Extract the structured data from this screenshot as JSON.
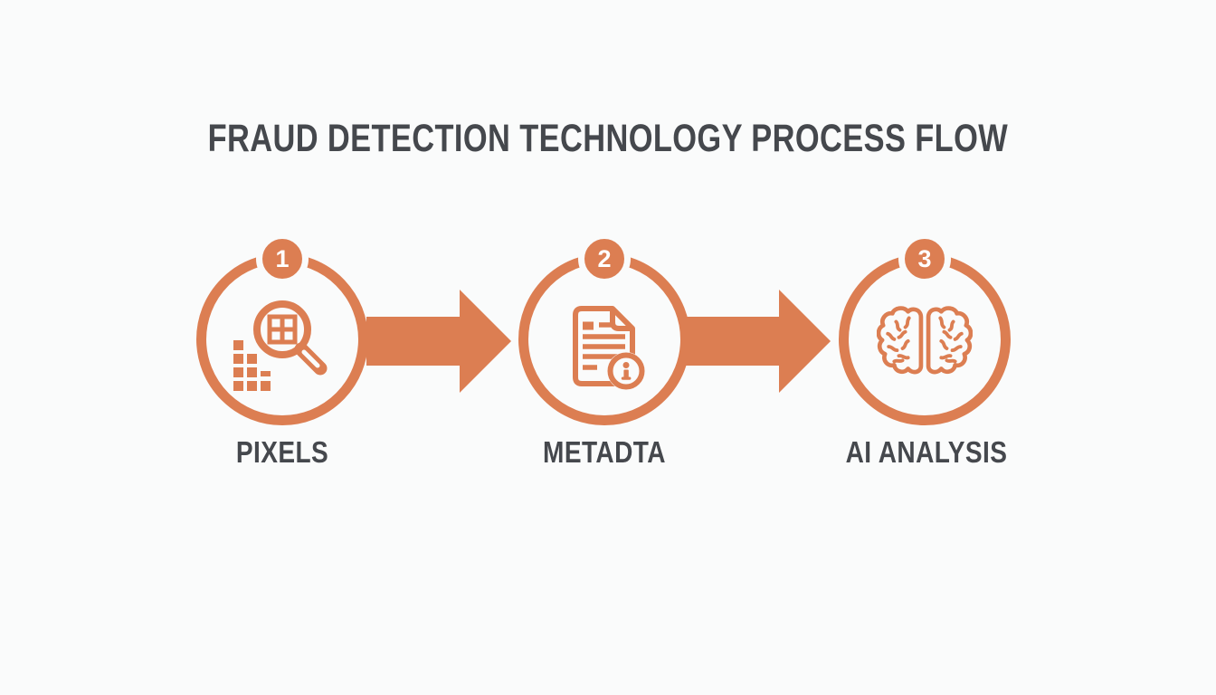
{
  "title": "FRAUD DETECTION TECHNOLOGY PROCESS FLOW",
  "steps": [
    {
      "number": "1",
      "label": "PIXELS",
      "icon": "pixel-grid-magnifier-icon"
    },
    {
      "number": "2",
      "label": "METADTA",
      "icon": "document-info-icon"
    },
    {
      "number": "3",
      "label": "AI ANALYSIS",
      "icon": "brain-icon"
    }
  ],
  "connectors": [
    {
      "type": "arrow-right"
    },
    {
      "type": "arrow-right"
    }
  ],
  "colors": {
    "accent": "#DC7E52",
    "background": "#FAFBFB",
    "heading_text": "#45484D",
    "badge_number": "#FFFFFF"
  }
}
